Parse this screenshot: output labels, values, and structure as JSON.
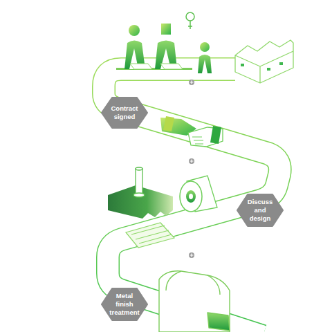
{
  "diagram": {
    "nodes": [
      {
        "text": [
          "Contract signed"
        ]
      },
      {
        "text": [
          "Discuss and design"
        ]
      },
      {
        "text": [
          "Metal finish treatment"
        ]
      }
    ]
  }
}
